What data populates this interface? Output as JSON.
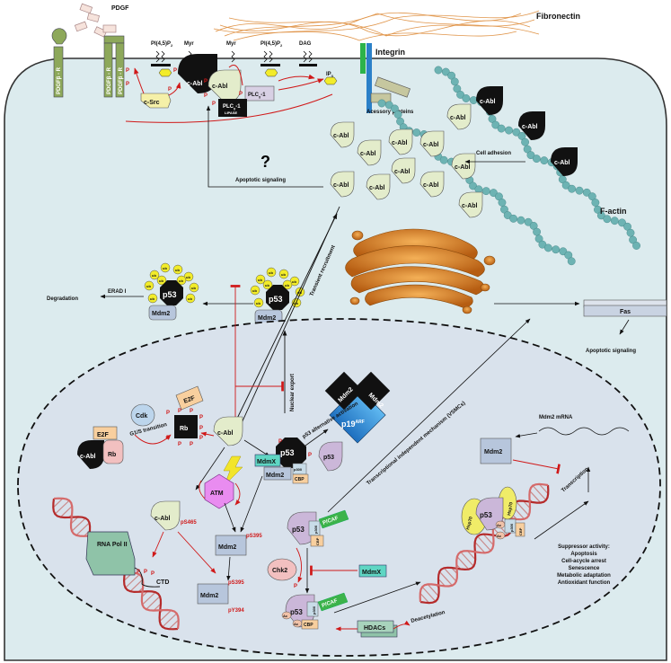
{
  "title": "",
  "membrane": {
    "pdgf": "PDGF",
    "fibronectin": "Fibronectin",
    "integrin": "Integrin",
    "pdgfr": "PDGFβ - R",
    "pip2": "PI(4,5)P",
    "pip2_sub": "2",
    "myr": "Myr",
    "dag": "DAG",
    "ip3": "IP",
    "ip3_sub": "3",
    "c_src": "c-Src",
    "plc": "PLC",
    "plc_sub": "γ",
    "plc_suffix": "-1",
    "lipase": "LIPASE",
    "accessory": "Acessory proteins",
    "cell_adhesion": "Cell adhesion",
    "f_actin": "F-actin"
  },
  "cytoplasm": {
    "question": "?",
    "apoptotic_signaling": "Apoptotic signaling",
    "transient_recruitment": "Transient recruitment",
    "degradation": "Degradation",
    "erad": "ERAD I",
    "fas": "Fas",
    "fas_apoptotic": "Apoptotic signaling",
    "ub": "ub"
  },
  "nucleus": {
    "nuclear_export": "Nuclear export",
    "p53_alt": "p53 alternative activation",
    "p19": "p19",
    "p19_sup": "ARF",
    "transcriptional": "Transcriptional independent mechanism (VSMCs)",
    "mdm2_mrna": "Mdm2 mRNA",
    "transcription": "Transcription",
    "g1s": "G1/S transition",
    "cdk": "Cdk",
    "e2f": "E2F",
    "rb": "Rb",
    "atm": "ATM",
    "mdmx": "MdmX",
    "p300": "p300",
    "cbp": "CBP",
    "pcaf": "P/CAF",
    "chk2": "Chk2",
    "hdacs": "HDACs",
    "deacetylation": "Deacetylation",
    "hsp70": "Hsp70",
    "ac": "Ac",
    "rna_pol": "RNA Pol II",
    "ctd": "CTD",
    "ps465": "pS465",
    "ps395": "pS395",
    "ps395b": "pS395",
    "py394": "pY394",
    "suppressor_title": "Suppressor activity:",
    "suppressor_items": [
      "Apoptosis",
      "Cell-acycle arrest",
      "Senescence",
      "Metabolic adaptation",
      "Antioxidant function"
    ]
  },
  "common": {
    "c_abl": "c-Abl",
    "p53": "p53",
    "mdm2": "Mdm2",
    "p": "P"
  },
  "colors": {
    "cell_fill": "#dcebee",
    "nucleus_fill": "#d9e2ec",
    "green_receptor": "#8da85a",
    "black_protein": "#111111",
    "pale_green": "#e3eccb",
    "mdm2_blue": "#b7c6dc",
    "red_arrow": "#d01818",
    "ub_yellow": "#f2ec2a",
    "actin_teal": "#6db3b3",
    "golgi_orange": "#d07a1e"
  }
}
